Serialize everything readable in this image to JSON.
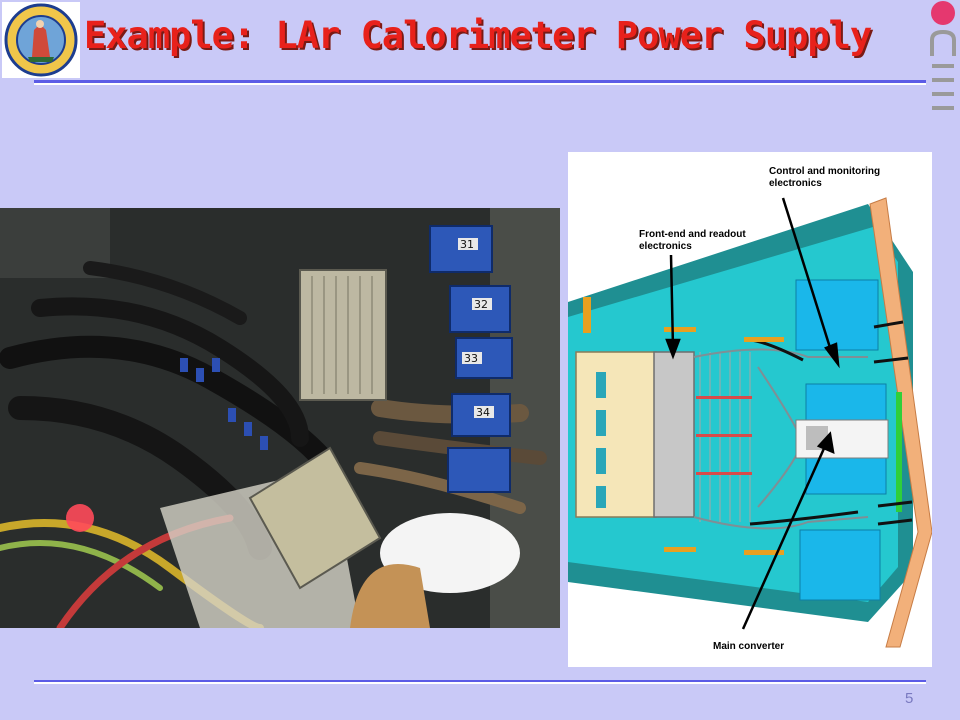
{
  "slide": {
    "title": "Example: LAr Calorimeter Power Supply",
    "page_number": "5"
  },
  "diagram": {
    "labels": {
      "control_line1": "Control and monitoring",
      "control_line2": "electronics",
      "frontend_line1": "Front-end and readout",
      "frontend_line2": "electronics",
      "main_converter": "Main converter"
    }
  },
  "photo_labels": [
    "31",
    "32",
    "33",
    "34"
  ],
  "colors": {
    "background": "#c9c9f7",
    "title": "#e8211b",
    "rule": "#5c5ce6",
    "logo_dot": "#e5386f",
    "diagram_teal": "#25c8cf",
    "diagram_blue": "#1ab7ea"
  },
  "icons": {
    "seal": "university-seal-icon",
    "logo": "university-logo-icon"
  }
}
